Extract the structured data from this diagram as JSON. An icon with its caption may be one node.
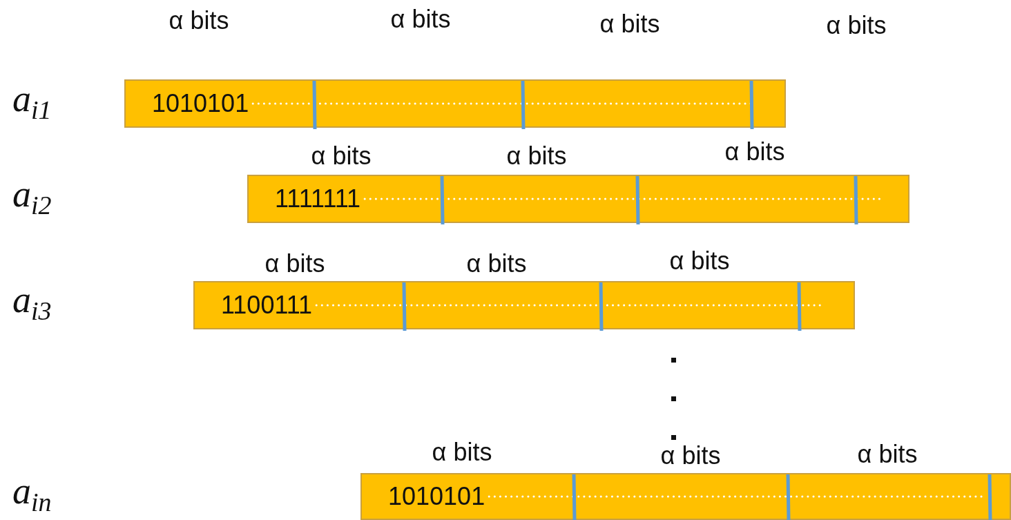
{
  "diagram": {
    "nodes": [
      {
        "text": [
          "1010101"
        ]
      },
      {
        "text": [
          "1111111"
        ]
      },
      {
        "text": [
          "1100111"
        ]
      },
      {
        "text": [
          "1010101"
        ]
      }
    ],
    "labels": [
      "α bits",
      "α bits",
      "α bits",
      "α bits",
      "a$_{i1}$",
      "α bits",
      "α bits",
      "α bits",
      "a$_{i2}$",
      "α bits",
      "α bits",
      "α bits",
      "a$_{i3}$",
      "α bits",
      "α bits",
      "α bits",
      "a$_{in}$"
    ]
  }
}
